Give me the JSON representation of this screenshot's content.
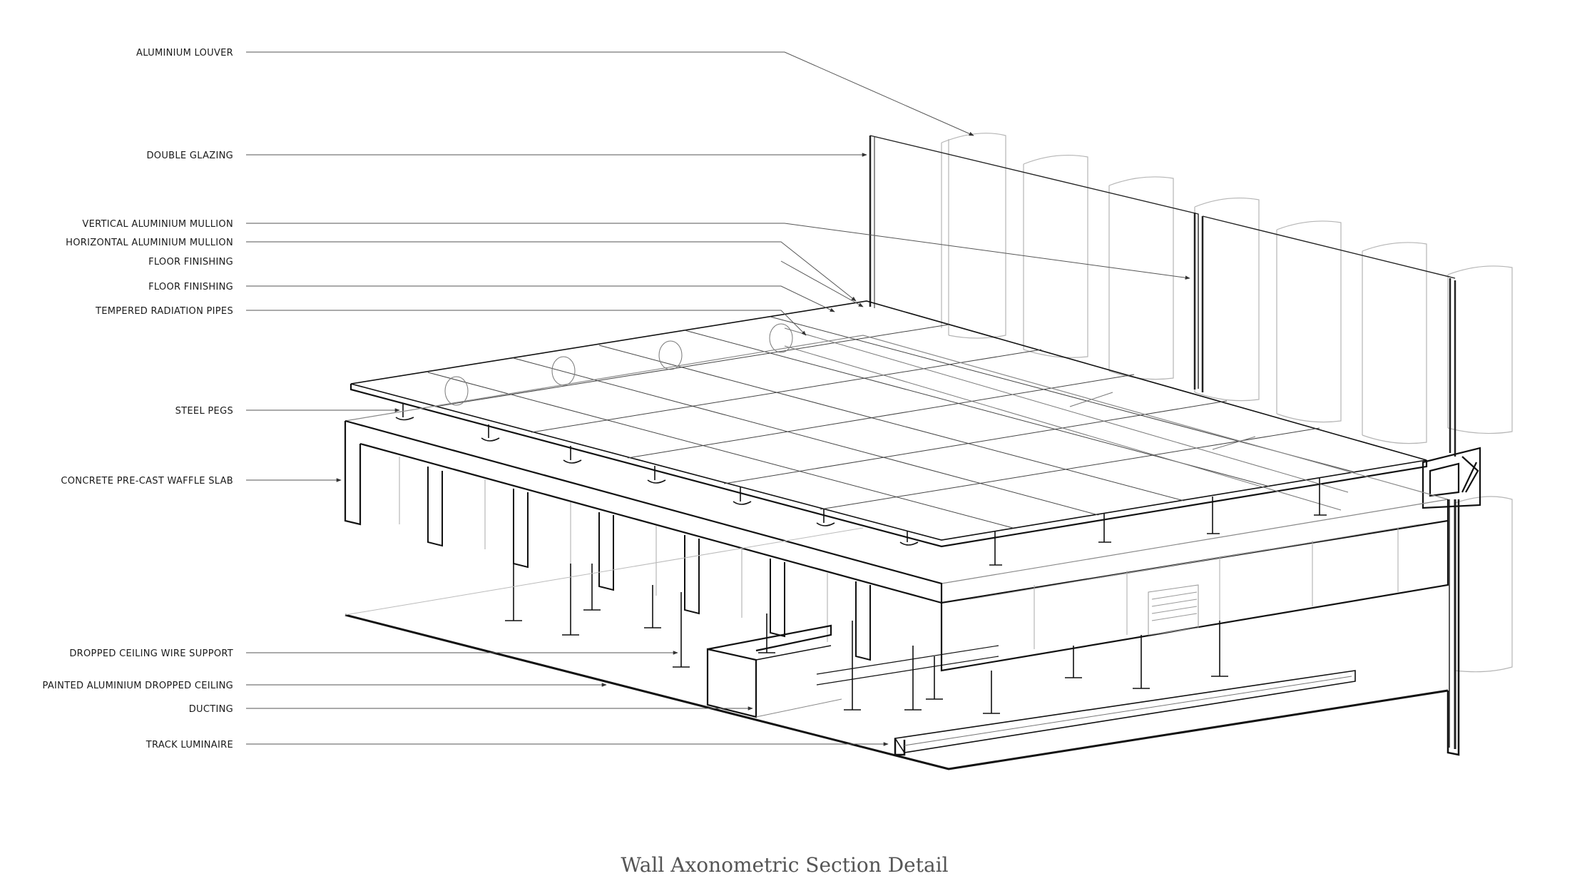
{
  "title": "Wall Axonometric Section Detail",
  "colors": {
    "line": "#111111",
    "faint": "#9a9a9a",
    "leader": "#555555",
    "title": "#555555"
  },
  "labels": [
    {
      "id": "aluminium-louver",
      "text": "ALUMINIUM LOUVER"
    },
    {
      "id": "double-glazing",
      "text": "DOUBLE GLAZING"
    },
    {
      "id": "vertical-mullion",
      "text": "VERTICAL ALUMINIUM MULLION"
    },
    {
      "id": "horizontal-mullion",
      "text": "HORIZONTAL ALUMINIUM MULLION"
    },
    {
      "id": "floor-finishing-1",
      "text": "FLOOR FINISHING"
    },
    {
      "id": "floor-finishing-2",
      "text": "FLOOR FINISHING"
    },
    {
      "id": "radiation-pipes",
      "text": "TEMPERED RADIATION PIPES"
    },
    {
      "id": "steel-pegs",
      "text": "STEEL PEGS"
    },
    {
      "id": "waffle-slab",
      "text": "CONCRETE PRE-CAST WAFFLE SLAB"
    },
    {
      "id": "ceiling-wire",
      "text": "DROPPED CEILING WIRE SUPPORT"
    },
    {
      "id": "dropped-ceiling",
      "text": "PAINTED ALUMINIUM DROPPED CEILING"
    },
    {
      "id": "ducting",
      "text": "DUCTING"
    },
    {
      "id": "track-luminaire",
      "text": "TRACK LUMINAIRE"
    }
  ]
}
